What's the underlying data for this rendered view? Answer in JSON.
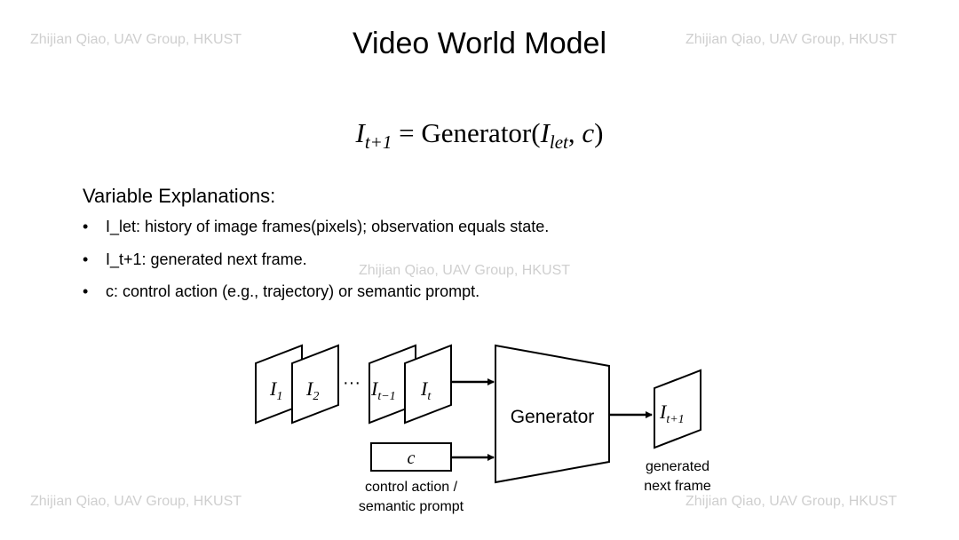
{
  "title": "Video World Model",
  "watermark": "Zhijian Qiao, UAV Group, HKUST",
  "equation": {
    "lhs": "I",
    "lhs_sub": "t+1",
    "equals": "=",
    "func": "Generator(",
    "arg1": "I",
    "arg1_sub": "let",
    "sep": ", ",
    "arg2": "c",
    "close": ")"
  },
  "explanations": {
    "heading": "Variable Explanations:",
    "items": [
      "I_let: history of image frames(pixels); observation equals state.",
      "I_t+1: generated next frame.",
      "c: control action (e.g., trajectory) or semantic prompt."
    ]
  },
  "diagram": {
    "frame1": "I",
    "frame1_sub": "1",
    "frame2": "I",
    "frame2_sub": "2",
    "ellipsis": "···",
    "frame3": "I",
    "frame3_sub": "t−1",
    "frame4": "I",
    "frame4_sub": "t",
    "generator": "Generator",
    "control_box": "c",
    "control_caption_1": "control action /",
    "control_caption_2": "semantic prompt",
    "output": "I",
    "output_sub": "t+1",
    "output_caption_1": "generated",
    "output_caption_2": "next frame"
  }
}
